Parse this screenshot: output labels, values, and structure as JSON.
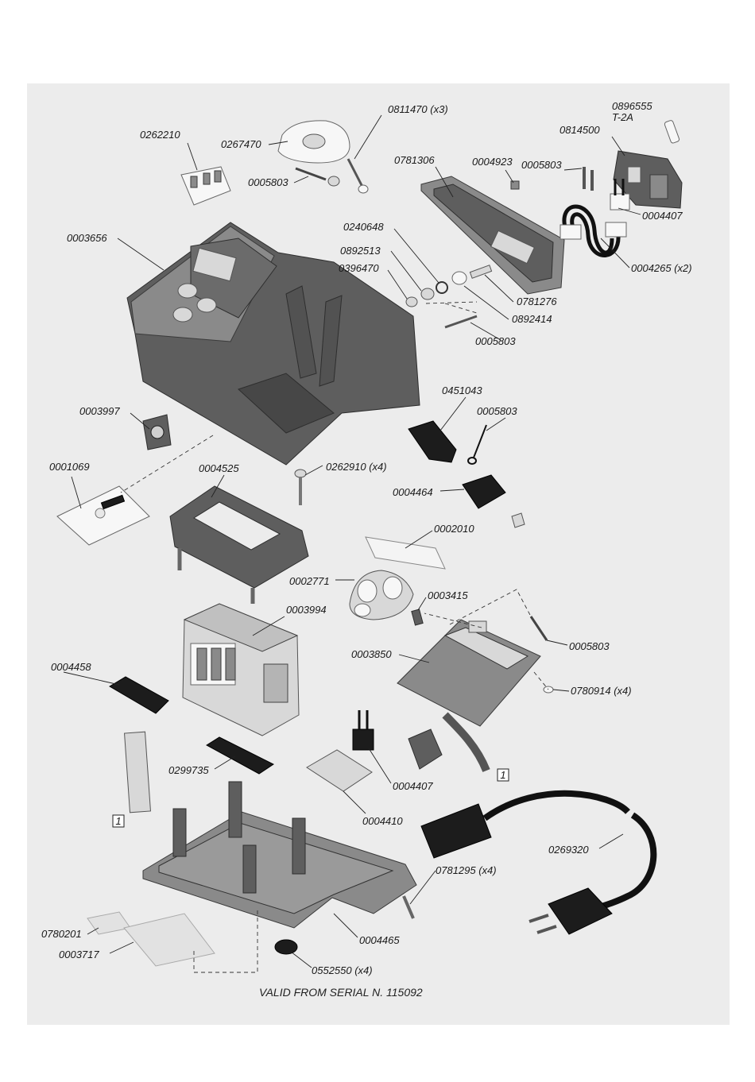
{
  "parts": [
    {
      "id": "p0262210",
      "code": "0262210"
    },
    {
      "id": "p0267470",
      "code": "0267470"
    },
    {
      "id": "p0005803a",
      "code": "0005803"
    },
    {
      "id": "p0811470",
      "code": "0811470 (x3)"
    },
    {
      "id": "p0781306",
      "code": "0781306"
    },
    {
      "id": "p0004923",
      "code": "0004923"
    },
    {
      "id": "p0005803b",
      "code": "0005803"
    },
    {
      "id": "p0814500",
      "code": "0814500"
    },
    {
      "id": "p0896555",
      "code": "0896555"
    },
    {
      "id": "pT2A",
      "code": "T-2A"
    },
    {
      "id": "p0004407a",
      "code": "0004407"
    },
    {
      "id": "p0004265",
      "code": "0004265 (x2)"
    },
    {
      "id": "p0003656",
      "code": "0003656"
    },
    {
      "id": "p0240648",
      "code": "0240648"
    },
    {
      "id": "p0892513",
      "code": "0892513"
    },
    {
      "id": "p0396470",
      "code": "0396470"
    },
    {
      "id": "p0781276",
      "code": "0781276"
    },
    {
      "id": "p0892414",
      "code": "0892414"
    },
    {
      "id": "p0005803c",
      "code": "0005803"
    },
    {
      "id": "p0451043",
      "code": "0451043"
    },
    {
      "id": "p0005803d",
      "code": "0005803"
    },
    {
      "id": "p0003997",
      "code": "0003997"
    },
    {
      "id": "p0001069",
      "code": "0001069"
    },
    {
      "id": "p0004525",
      "code": "0004525"
    },
    {
      "id": "p0262910",
      "code": "0262910 (x4)"
    },
    {
      "id": "p0004464",
      "code": "0004464"
    },
    {
      "id": "p0002010",
      "code": "0002010"
    },
    {
      "id": "p0002771",
      "code": "0002771"
    },
    {
      "id": "p0003415",
      "code": "0003415"
    },
    {
      "id": "p0003994",
      "code": "0003994"
    },
    {
      "id": "p0005803e",
      "code": "0005803"
    },
    {
      "id": "p0003850",
      "code": "0003850"
    },
    {
      "id": "p0004458",
      "code": "0004458"
    },
    {
      "id": "p0780914",
      "code": "0780914 (x4)"
    },
    {
      "id": "p0299735",
      "code": "0299735"
    },
    {
      "id": "p0004407b",
      "code": "0004407"
    },
    {
      "id": "p0004410",
      "code": "0004410"
    },
    {
      "id": "p0269320",
      "code": "0269320"
    },
    {
      "id": "p0781295",
      "code": "0781295 (x4)"
    },
    {
      "id": "p0780201",
      "code": "0780201"
    },
    {
      "id": "p0003717",
      "code": "0003717"
    },
    {
      "id": "p0004465",
      "code": "0004465"
    },
    {
      "id": "p0552550",
      "code": "0552550 (x4)"
    }
  ],
  "connector_marks": [
    "1",
    "1"
  ],
  "footer": "VALID FROM SERIAL N. 115092"
}
